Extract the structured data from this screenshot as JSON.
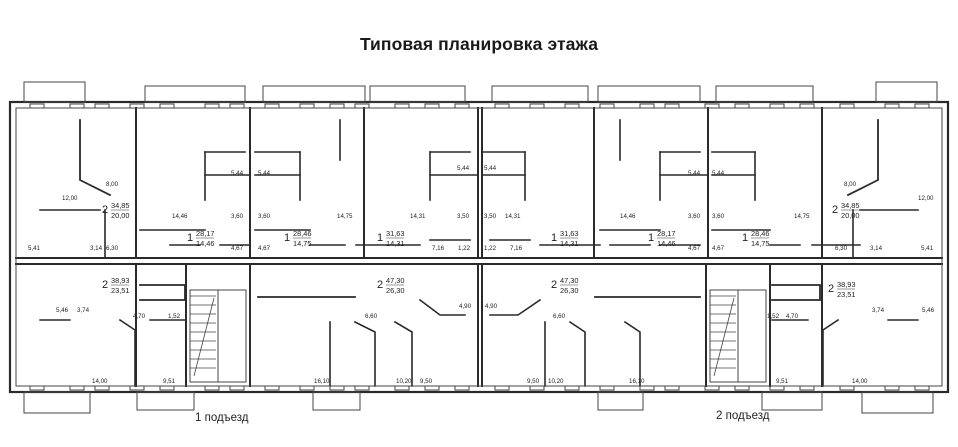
{
  "title": "Типовая планировка этажа",
  "entrances": [
    "1 подъезд",
    "2 подъезд"
  ],
  "apartments": [
    {
      "rooms": "2",
      "total": "34,85",
      "living": "20,00"
    },
    {
      "rooms": "1",
      "total": "28,17",
      "living": "14,46"
    },
    {
      "rooms": "1",
      "total": "28,46",
      "living": "14,75"
    },
    {
      "rooms": "1",
      "total": "31,63",
      "living": "14,31"
    },
    {
      "rooms": "1",
      "total": "31,63",
      "living": "14,31"
    },
    {
      "rooms": "1",
      "total": "28,17",
      "living": "14,46"
    },
    {
      "rooms": "1",
      "total": "28,46",
      "living": "14,75"
    },
    {
      "rooms": "2",
      "total": "34,85",
      "living": "20,00"
    },
    {
      "rooms": "2",
      "total": "38,93",
      "living": "23,51"
    },
    {
      "rooms": "2",
      "total": "47,30",
      "living": "26,30"
    },
    {
      "rooms": "2",
      "total": "47,30",
      "living": "26,30"
    },
    {
      "rooms": "2",
      "total": "38,93",
      "living": "23,51"
    }
  ],
  "room_areas": [
    "8,00",
    "12,00",
    "5,41",
    "3,14",
    "6,30",
    "14,46",
    "3,60",
    "4,67",
    "5,44",
    "5,44",
    "3,60",
    "4,67",
    "14,75",
    "14,31",
    "3,50",
    "7,16",
    "1,22",
    "5,44",
    "5,44",
    "3,50",
    "14,31",
    "1,22",
    "7,16",
    "14,46",
    "3,60",
    "4,67",
    "5,44",
    "5,44",
    "3,60",
    "4,67",
    "14,75",
    "8,00",
    "12,00",
    "6,30",
    "3,14",
    "5,41",
    "5,46",
    "3,74",
    "4,70",
    "1,52",
    "14,00",
    "9,51",
    "16,10",
    "6,60",
    "10,20",
    "9,50",
    "4,90",
    "4,90",
    "6,60",
    "9,50",
    "10,20",
    "16,10",
    "9,51",
    "1,52",
    "4,70",
    "3,74",
    "5,46",
    "14,00"
  ]
}
